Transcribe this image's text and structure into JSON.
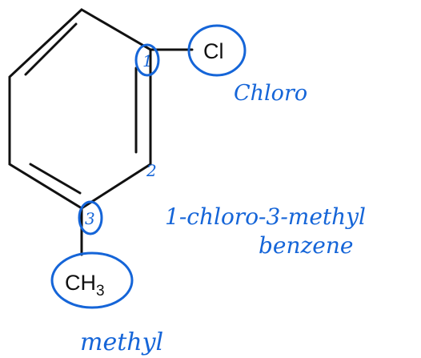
{
  "structure": {
    "substituent_top": "Cl",
    "substituent_bottom_main": "CH",
    "substituent_bottom_sub": "3"
  },
  "annotations": {
    "position_1": "1",
    "position_2": "2",
    "position_3": "3",
    "chloro_label": "Chloro",
    "name_line1": "1-chloro-3-methyl",
    "name_line2": "benzene",
    "methyl_label": "methyl"
  },
  "colors": {
    "ink": "#1565d8",
    "bond": "#111111"
  }
}
